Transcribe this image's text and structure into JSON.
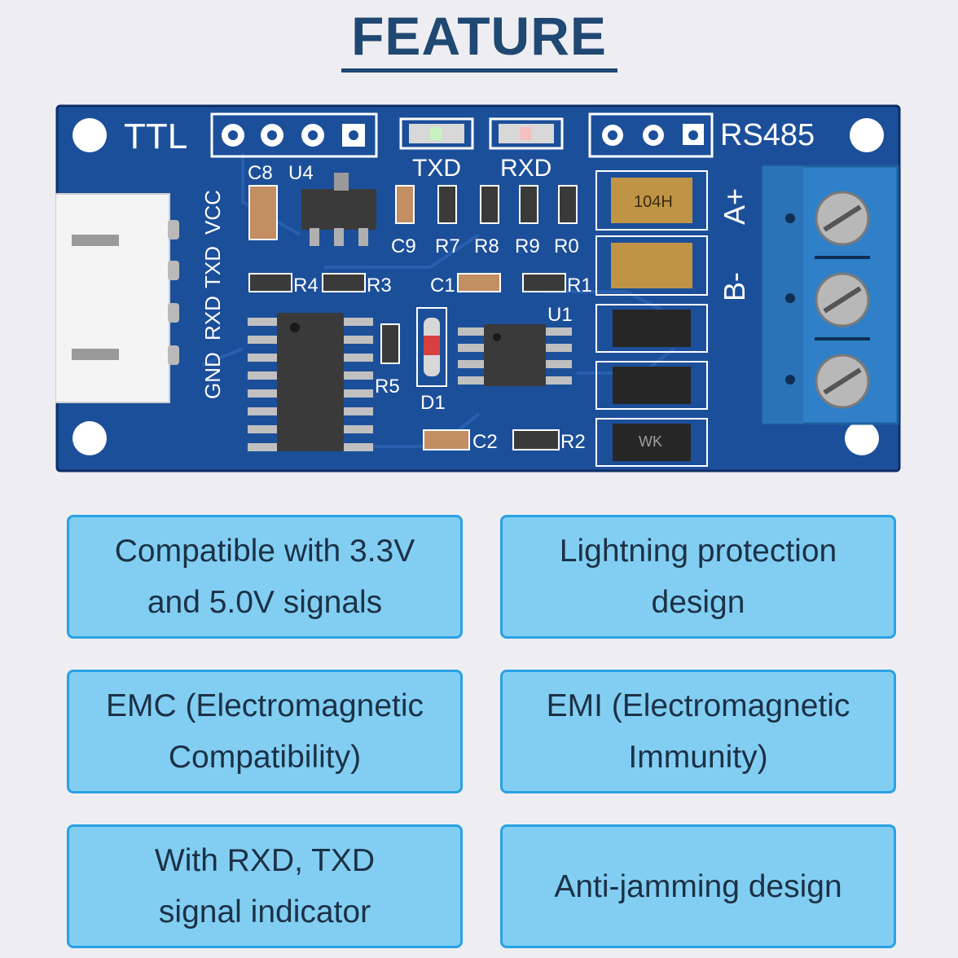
{
  "title": "FEATURE",
  "colors": {
    "title": "#1f4872",
    "background": "#eeeef2",
    "box_fill": "#82cef3",
    "box_border": "#2aa1e3",
    "box_text": "#1c3145",
    "pcb_blue": "#1c4f9a",
    "terminal_blue": "#2f80c8"
  },
  "board": {
    "ttl_label": "TTL",
    "rs485_label": "RS485",
    "txd_label": "TXD",
    "rxd_label": "RXD",
    "side_labels": [
      "VCC",
      "TXD",
      "RXD",
      "GND"
    ],
    "a_plus": "A+",
    "b_minus": "B-",
    "components": {
      "c8": "C8",
      "u4": "U4",
      "c9": "C9",
      "r7": "R7",
      "r8": "R8",
      "r9": "R9",
      "r0": "R0",
      "r4": "R4",
      "r3": "R3",
      "c1": "C1",
      "r1": "R1",
      "u1": "U1",
      "r5": "R5",
      "d1": "D1",
      "c2": "C2",
      "r2": "R2"
    },
    "chip_marks": {
      "cap_104h": "104H",
      "diode_wk": "WK"
    }
  },
  "features": [
    {
      "line1": "Compatible with 3.3V",
      "line2": "and 5.0V signals"
    },
    {
      "line1": "Lightning protection",
      "line2": "design"
    },
    {
      "line1": "EMC (Electromagnetic",
      "line2": "Compatibility)"
    },
    {
      "line1": "EMI (Electromagnetic",
      "line2": "Immunity)"
    },
    {
      "line1": "With RXD, TXD",
      "line2": "signal indicator"
    },
    {
      "line1": "Anti-jamming design",
      "line2": ""
    }
  ]
}
